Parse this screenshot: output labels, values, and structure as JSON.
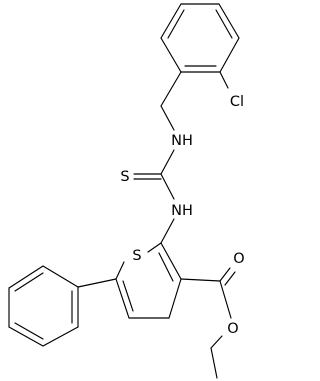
{
  "molecule": {
    "atoms": {
      "chlorine": "Cl",
      "nh_benzyl": "NH",
      "sulfur_thio": "S",
      "nh_thiophene": "NH",
      "sulfur_ring": "S",
      "oxygen_carbonyl": "O",
      "oxygen_ester": "O"
    }
  },
  "colors": {
    "bond": "#000000",
    "label": "#000000",
    "background": "#ffffff"
  }
}
